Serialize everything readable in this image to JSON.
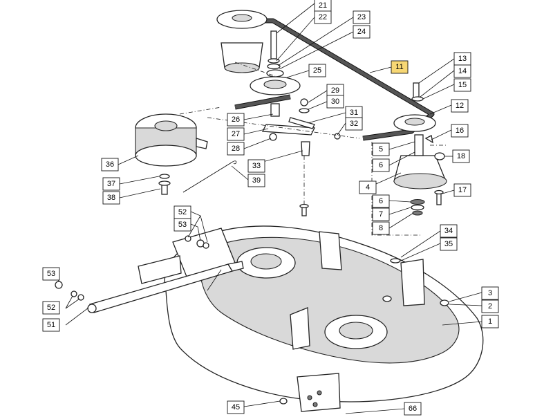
{
  "callouts": [
    {
      "id": "21",
      "highlight": false
    },
    {
      "id": "22",
      "highlight": false
    },
    {
      "id": "23",
      "highlight": false
    },
    {
      "id": "24",
      "highlight": false
    },
    {
      "id": "25",
      "highlight": false
    },
    {
      "id": "11",
      "highlight": true
    },
    {
      "id": "13",
      "highlight": false
    },
    {
      "id": "14",
      "highlight": false
    },
    {
      "id": "15",
      "highlight": false
    },
    {
      "id": "12",
      "highlight": false
    },
    {
      "id": "29",
      "highlight": false
    },
    {
      "id": "30",
      "highlight": false
    },
    {
      "id": "31",
      "highlight": false
    },
    {
      "id": "32",
      "highlight": false
    },
    {
      "id": "26",
      "highlight": false
    },
    {
      "id": "27",
      "highlight": false
    },
    {
      "id": "28",
      "highlight": false
    },
    {
      "id": "16",
      "highlight": false
    },
    {
      "id": "5",
      "highlight": false
    },
    {
      "id": "6",
      "highlight": false
    },
    {
      "id": "18",
      "highlight": false
    },
    {
      "id": "36",
      "highlight": false
    },
    {
      "id": "33",
      "highlight": false
    },
    {
      "id": "39",
      "highlight": false
    },
    {
      "id": "37",
      "highlight": false
    },
    {
      "id": "38",
      "highlight": false
    },
    {
      "id": "4",
      "highlight": false
    },
    {
      "id": "17",
      "highlight": false
    },
    {
      "id": "6b",
      "label": "6",
      "highlight": false
    },
    {
      "id": "7",
      "highlight": false
    },
    {
      "id": "8",
      "highlight": false
    },
    {
      "id": "52",
      "highlight": false
    },
    {
      "id": "53",
      "highlight": false
    },
    {
      "id": "34",
      "highlight": false
    },
    {
      "id": "35",
      "highlight": false
    },
    {
      "id": "53b",
      "label": "53",
      "highlight": false
    },
    {
      "id": "3",
      "highlight": false
    },
    {
      "id": "2",
      "highlight": false
    },
    {
      "id": "52b",
      "label": "52",
      "highlight": false
    },
    {
      "id": "51",
      "highlight": false
    },
    {
      "id": "1",
      "highlight": false
    },
    {
      "id": "45",
      "highlight": false
    },
    {
      "id": "66",
      "highlight": false
    }
  ],
  "colors": {
    "highlight": "#f7d774",
    "line": "#111111",
    "shade": "#d9d9d9"
  }
}
